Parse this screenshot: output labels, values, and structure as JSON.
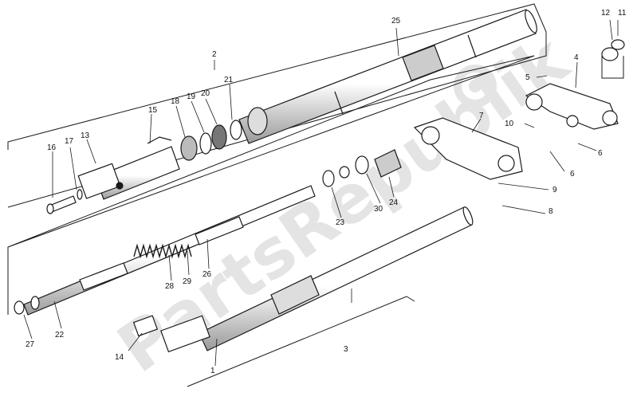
{
  "colors": {
    "line": "#1a1a1a",
    "part_fill": "#ffffff",
    "part_shade": "#9a9a9a",
    "watermark": "#e4e4e4"
  },
  "watermark": {
    "text": "PartsRepublik",
    "logo": "gear-icon"
  },
  "callouts": [
    "1",
    "2",
    "3",
    "4",
    "5",
    "6",
    "6",
    "7",
    "8",
    "9",
    "10",
    "11",
    "12",
    "13",
    "14",
    "15",
    "16",
    "17",
    "18",
    "19",
    "20",
    "21",
    "22",
    "23",
    "24",
    "25",
    "26",
    "27",
    "28",
    "29",
    "30"
  ]
}
